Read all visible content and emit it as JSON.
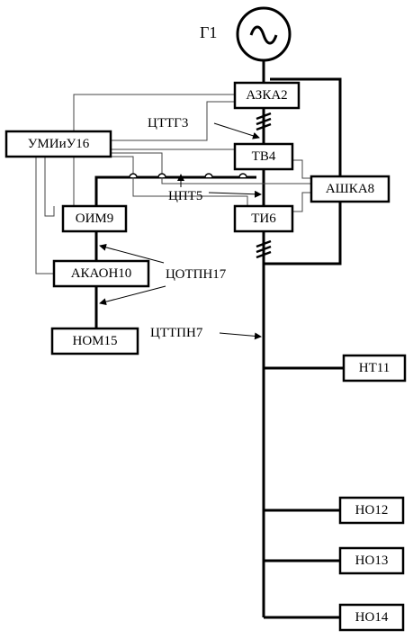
{
  "generator": {
    "label": "Г1"
  },
  "blocks": {
    "azka": "АЗКА2",
    "tv": "ТВ4",
    "ti": "ТИ6",
    "ashka": "АШКА8",
    "umiu": "УМИиУ16",
    "oim": "ОИМ9",
    "akaon": "АКАОН10",
    "nom": "НОМ15",
    "nt11": "НТ11",
    "no12": "НО12",
    "no13": "НО13",
    "no14": "НО14"
  },
  "labels": {
    "cttg": "ЦТТГ3",
    "cpt": "ЦПТ5",
    "cotpn": "ЦОТПН17",
    "cttpn": "ЦТТПН7"
  }
}
